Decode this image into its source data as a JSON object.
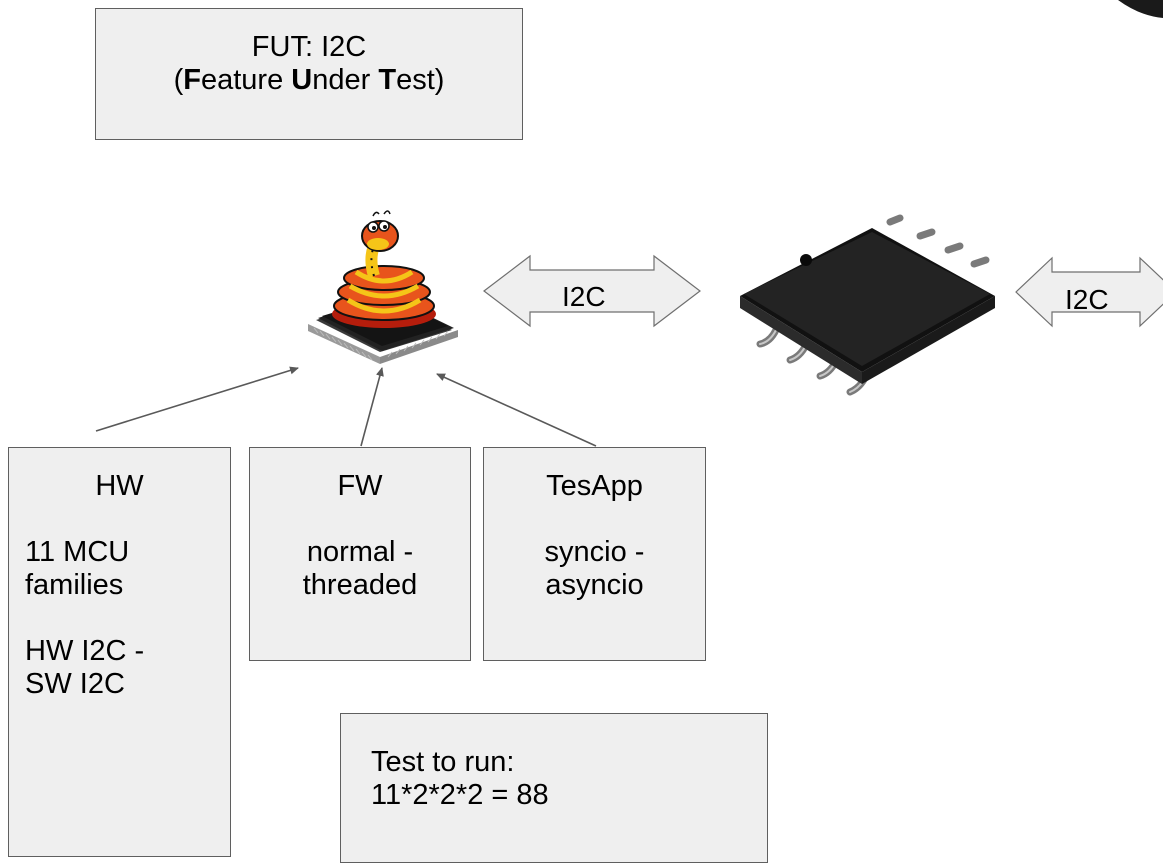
{
  "fut_box": {
    "line1": "FUT: I2C",
    "open": "(",
    "F": "F",
    "eature": "eature ",
    "U": "U",
    "nder": "nder ",
    "T": "T",
    "est": "est)"
  },
  "hw_box": {
    "title": "HW",
    "line1": "11 MCU",
    "line2": "families",
    "line3": "HW I2C -",
    "line4": "SW I2C"
  },
  "fw_box": {
    "title": "FW",
    "line1": "normal -",
    "line2": "threaded"
  },
  "tesapp_box": {
    "title": "TesApp",
    "line1": "syncio -",
    "line2": "asyncio"
  },
  "test_box": {
    "line1": "Test to run:",
    "line2": "11*2*2*2 = 88"
  },
  "connections": {
    "mcu_to_chip_label": "I2C",
    "chip_to_right_label": "I2C"
  },
  "colors": {
    "box_fill": "#efefef",
    "box_border": "#5f5f5f",
    "arrow_line": "#595959",
    "logo_orange": "#e8541c",
    "logo_yellow": "#f5c518",
    "chip_body": "#1e1e1e"
  },
  "icons": {
    "mcu": "micropython-snake-on-chip-icon",
    "eeprom": "soic-8-chip-icon"
  }
}
